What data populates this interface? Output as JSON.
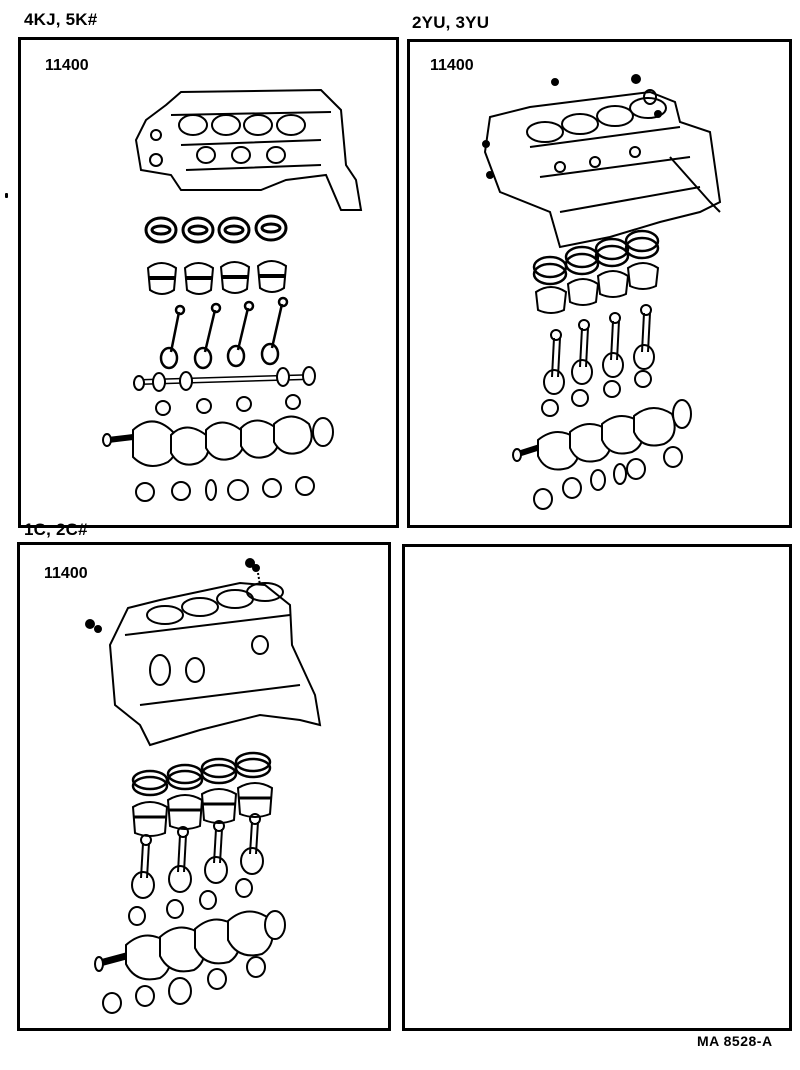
{
  "panels": [
    {
      "variant": "4KJ, 5K#",
      "part_number": "11400",
      "assembly": "short block (cylinder block, piston rings, pistons, connecting rods, camshaft, bearings, crankshaft)"
    },
    {
      "variant": "2YU, 3YU",
      "part_number": "11400",
      "assembly": "short block (cylinder block, piston rings, pistons, connecting rods, bearings, crankshaft)"
    },
    {
      "variant": "1C, 2C#",
      "part_number": "11400",
      "assembly": "short block (cylinder block, piston rings, pistons, connecting rods, bearings, crankshaft)"
    },
    {
      "variant": "",
      "part_number": "",
      "assembly": ""
    }
  ],
  "footer": {
    "reference_code": "MA  8528-A"
  }
}
